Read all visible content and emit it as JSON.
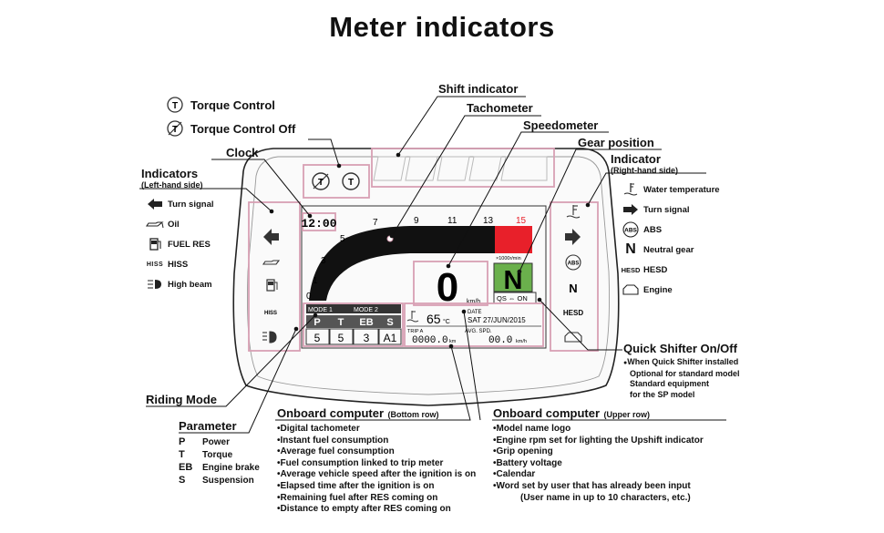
{
  "title": "Meter indicators",
  "callouts": {
    "torque_control": "Torque Control",
    "torque_control_off": "Torque Control Off",
    "shift_indicator": "Shift indicator",
    "tachometer": "Tachometer",
    "speedometer": "Speedometer",
    "gear_position": "Gear position",
    "clock": "Clock",
    "riding_mode": "Riding Mode",
    "quick_shifter": "Quick Shifter On/Off"
  },
  "indicators_left": {
    "title": "Indicators",
    "subtitle": "(Left-hand side)",
    "items": [
      {
        "icon": "arrow-left-icon",
        "label": "Turn signal"
      },
      {
        "icon": "oil-can-icon",
        "label": "Oil"
      },
      {
        "icon": "fuel-pump-icon",
        "label": "FUEL RES"
      },
      {
        "icon": "hiss-icon",
        "icon_text": "HISS",
        "label": "HISS"
      },
      {
        "icon": "high-beam-icon",
        "label": "High beam"
      }
    ]
  },
  "indicators_right": {
    "title": "Indicator",
    "subtitle": "(Right-hand side)",
    "items": [
      {
        "icon": "thermometer-icon",
        "label": "Water temperature"
      },
      {
        "icon": "arrow-right-icon",
        "label": "Turn signal"
      },
      {
        "icon": "abs-icon",
        "icon_text": "ABS",
        "label": "ABS"
      },
      {
        "icon": "neutral-icon",
        "icon_text": "N",
        "label": "Neutral gear"
      },
      {
        "icon": "hesd-icon",
        "icon_text": "HESD",
        "label": "HESD"
      },
      {
        "icon": "engine-icon",
        "label": "Engine"
      }
    ]
  },
  "quick_shifter_notes": [
    "When Quick Shifter installed",
    "Optional for standard model",
    "Standard equipment",
    "for the SP model"
  ],
  "parameter": {
    "title": "Parameter",
    "items": [
      {
        "key": "P",
        "label": "Power"
      },
      {
        "key": "T",
        "label": "Torque"
      },
      {
        "key": "EB",
        "label": "Engine brake"
      },
      {
        "key": "S",
        "label": "Suspension"
      }
    ]
  },
  "onboard_bottom": {
    "title": "Onboard computer",
    "subtitle": "(Bottom row)",
    "items": [
      "Digital tachometer",
      "Instant fuel consumption",
      "Average fuel consumption",
      "Fuel consumption linked to trip meter",
      "Average vehicle speed after the ignition is on",
      "Elapsed time after the ignition is on",
      "Remaining fuel after RES coming on",
      "Distance to empty after RES coming on"
    ]
  },
  "onboard_upper": {
    "title": "Onboard computer",
    "subtitle": "(Upper row)",
    "items": [
      "Model name logo",
      "Engine rpm set for lighting the Upshift indicator",
      "Grip opening",
      "Battery voltage",
      "Calendar",
      "Word set by user that has already been input",
      "(User name in up to 10 characters, etc.)"
    ]
  },
  "display": {
    "clock": "12:00",
    "tach_scale": [
      "0",
      "1",
      "3",
      "5",
      "7",
      "9",
      "11",
      "13",
      "15"
    ],
    "rpm_unit": "×1000r/min",
    "speed": "0",
    "speed_unit": "km/h",
    "gear": "N",
    "qs_status": "QS ⇔ ON",
    "mode1": "MODE 1",
    "mode2": "MODE 2",
    "param_headers": [
      "P",
      "T",
      "EB",
      "S"
    ],
    "param_values": [
      "5",
      "5",
      "3",
      "A1"
    ],
    "water_temp": "65",
    "water_temp_unit": "°C",
    "date_label": "DATE",
    "date_value": "SAT 27/JUN/2015",
    "trip_label": "TRIP A",
    "trip_value": "0000.0",
    "trip_unit": "km",
    "avg_spd_label": "AVG. SPD.",
    "avg_spd_value": "00.0",
    "avg_spd_unit": "km/h",
    "hiss_text": "HISS",
    "abs_text": "ABS",
    "neutral_text": "N",
    "hesd_text": "HESD"
  },
  "colors": {
    "callout_pink": "#d8a0b4",
    "gear_green": "#6ab04c",
    "redline": "#e8202a",
    "tach_bar": "#111111"
  }
}
